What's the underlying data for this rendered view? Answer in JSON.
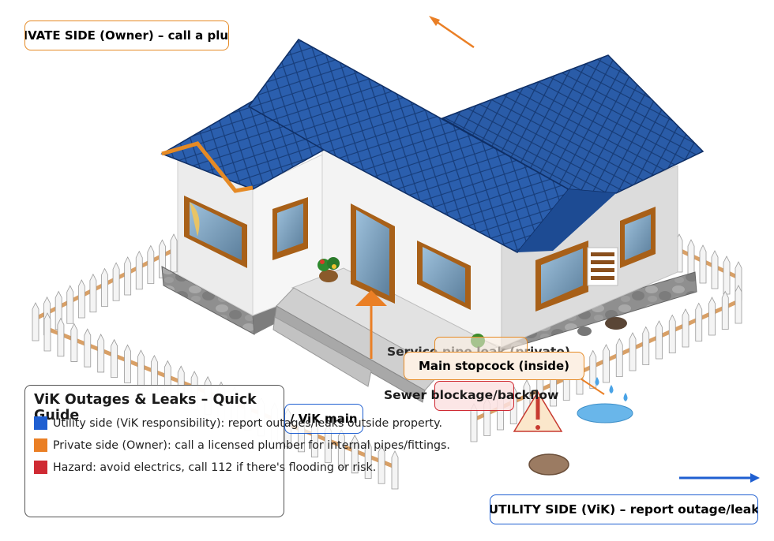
{
  "labels": {
    "private_side": "RIVATE SIDE (Owner) – call a plumber",
    "main_stopcock": "Main stopcock (inside)",
    "service_pipe": "Service pipe leak (private)",
    "sewer_blockage": "Sewer blockage/backflow",
    "vik_main": "/ ViK main",
    "utility_side": "UTILITY SIDE (ViK) – report outage/leak"
  },
  "legend": {
    "title": "ViK Outages & Leaks – Quick Guide",
    "items": [
      {
        "color": "#1f5fd1",
        "text": "Utility side (ViK responsibility): report outages/leaks outside property."
      },
      {
        "color": "#ea7f25",
        "text": "Private side (Owner): call a licensed plumber for internal pipes/fittings."
      },
      {
        "color": "#cf2a33",
        "text": "Hazard: avoid electrics, call 112 if there's flooding or risk."
      }
    ]
  },
  "colors": {
    "utility": "#1f5fd1",
    "private": "#ea7f25",
    "hazard": "#cf2a33",
    "roof": "#2457a3",
    "water": "#69b6ea"
  },
  "icons": [
    "house-illustration",
    "fence",
    "warning-triangle-icon",
    "water-puddle-icon",
    "manhole-cover-icon",
    "arrow-icon"
  ]
}
